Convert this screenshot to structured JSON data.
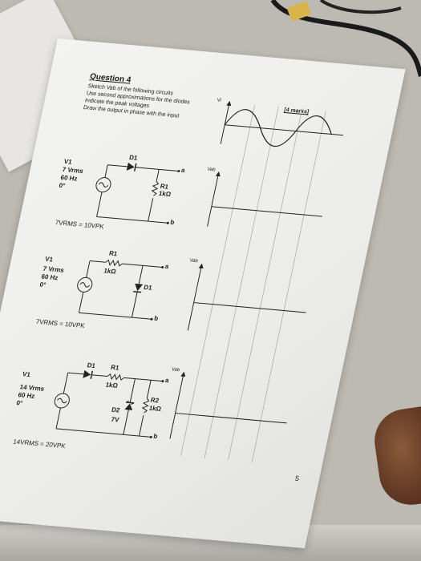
{
  "page": {
    "question_title": "Question 4",
    "instructions": [
      "Sketch Vab of the following circuits",
      "Use second approximations for the diodes",
      "Indicate the peak voltages",
      "Draw the output in phase with the input"
    ],
    "marks": "[4 marks]",
    "page_number": "5",
    "input_label": "Vi",
    "output_label": "Vab"
  },
  "circuits": [
    {
      "source_name": "V1",
      "source_voltage": "7 Vrms",
      "source_freq": "60 Hz",
      "source_phase": "0°",
      "diode": "D1",
      "resistor": "R1",
      "resistor_value": "1kΩ",
      "node_a": "a",
      "node_b": "b",
      "equation": "7VRMS = 10VPK"
    },
    {
      "source_name": "V1",
      "source_voltage": "7 Vrms",
      "source_freq": "60 Hz",
      "source_phase": "0°",
      "diode": "D1",
      "resistor": "R1",
      "resistor_value": "1kΩ",
      "node_a": "a",
      "node_b": "b",
      "equation": "7VRMS = 10VPK"
    },
    {
      "source_name": "V1",
      "source_voltage": "14 Vrms",
      "source_freq": "60 Hz",
      "source_phase": "0°",
      "diode": "D1",
      "resistor": "R1",
      "resistor_value": "1kΩ",
      "zener": "D2",
      "zener_voltage": "7V",
      "resistor2": "R2",
      "resistor2_value": "1kΩ",
      "node_a": "a",
      "node_b": "b",
      "equation": "14VRMS = 20VPK"
    }
  ]
}
